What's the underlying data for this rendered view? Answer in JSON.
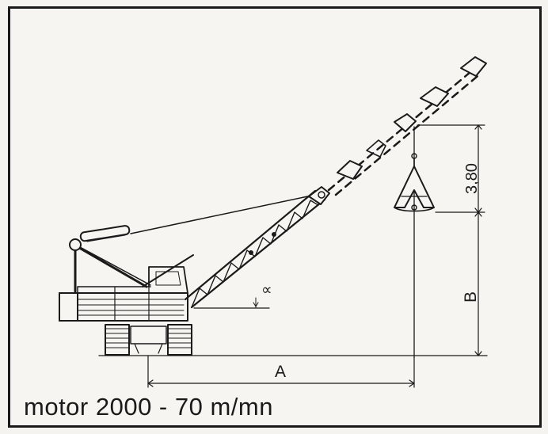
{
  "caption": "motor 2000 - 70 m/mn",
  "labels": {
    "angle": "∝",
    "dim_a": "A",
    "dim_b": "B",
    "height": "3,80"
  },
  "icons": {
    "crane": "crawler-crane-icon",
    "grab": "clamshell-grab-bucket-icon"
  },
  "colors": {
    "ink": "#1a1a1a",
    "paper": "#f6f5f1"
  }
}
